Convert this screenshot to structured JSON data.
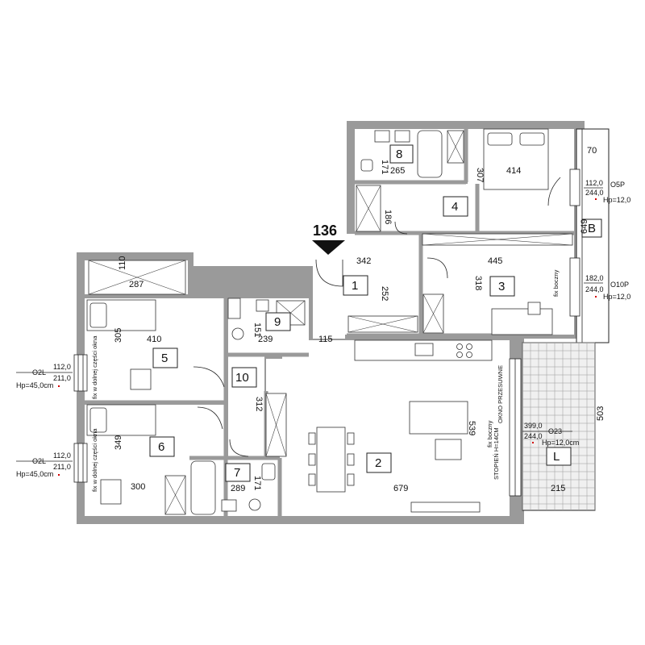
{
  "entry_number": "136",
  "rooms": {
    "r1": "1",
    "r2": "2",
    "r3": "3",
    "r4": "4",
    "r5": "5",
    "r6": "6",
    "r7": "7",
    "r8": "8",
    "r9": "9",
    "r10": "10",
    "balcony_b": "B",
    "loggia_l": "L"
  },
  "dimensions": {
    "d70": "70",
    "d171a": "171",
    "d265": "265",
    "d307": "307",
    "d414": "414",
    "d186": "186",
    "d649": "649",
    "d342": "342",
    "d445": "445",
    "d252": "252",
    "d318": "318",
    "d110": "110",
    "d287": "287",
    "d410": "410",
    "d151": "151",
    "d239": "239",
    "d115": "115",
    "d305": "305",
    "d312": "312",
    "d539": "539",
    "d349": "349",
    "d300": "300",
    "d289": "289",
    "d171b": "171",
    "d679": "679",
    "d215": "215",
    "d503": "503"
  },
  "windows": {
    "o5p": {
      "code": "O5P",
      "w": "112,0",
      "h": "244,0",
      "hp": "Hp=12,0"
    },
    "o10p": {
      "code": "O10P",
      "w": "182,0",
      "h": "244,0",
      "hp": "Hp=12,0"
    },
    "o2l_top": {
      "code": "O2L",
      "w": "112,0",
      "h": "211,0",
      "hp": "Hp=45,0cm"
    },
    "o2l_bottom": {
      "code": "O2L",
      "w": "112,0",
      "h": "211,0",
      "hp": "Hp=45,0cm"
    },
    "o23": {
      "code": "O23",
      "w": "399,0",
      "h": "244,0",
      "hp": "Hp=12,0cm"
    }
  },
  "notes": {
    "fix_boczny_3": "fix boczny",
    "fix_boczny_2": "fix boczny",
    "fix_window_5": "fix w dolnej części okna",
    "fix_window_6": "fix w dolnej części okna",
    "sliding_window": "OKNO PRZESUWNE",
    "threshold": "STOPIEŃ H=14CM"
  }
}
